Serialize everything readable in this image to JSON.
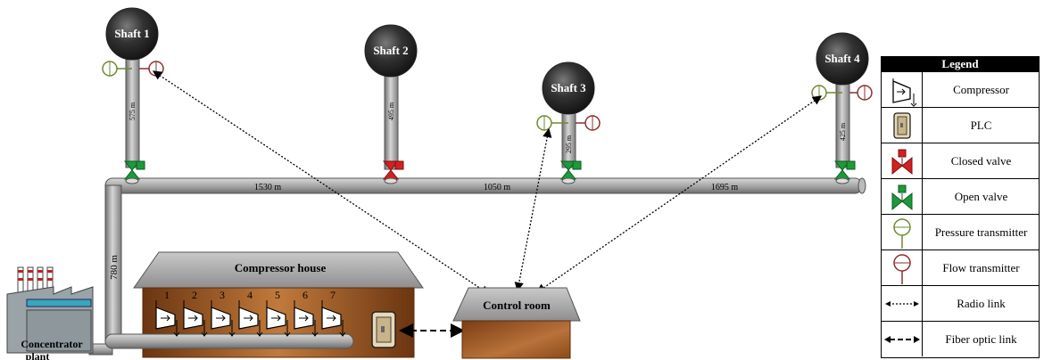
{
  "shafts": [
    {
      "label": "Shaft 1",
      "depth": "575 m"
    },
    {
      "label": "Shaft 2",
      "depth": "495 m"
    },
    {
      "label": "Shaft 3",
      "depth": "295 m"
    },
    {
      "label": "Shaft 4",
      "depth": "425 m"
    }
  ],
  "main_pipe_segments": [
    "1530 m",
    "1050 m",
    "1695 m"
  ],
  "vertical_pipe_length": "780 m",
  "compressor_house": {
    "title": "Compressor house",
    "compressor_numbers": [
      "1",
      "2",
      "3",
      "4",
      "5",
      "6",
      "7"
    ]
  },
  "control_room": {
    "title": "Control room"
  },
  "concentrator": {
    "line1": "Concentrator",
    "line2": "plant"
  },
  "legend": {
    "title": "Legend",
    "items": [
      {
        "icon": "compressor-icon",
        "label": "Compressor"
      },
      {
        "icon": "plc-icon",
        "label": "PLC"
      },
      {
        "icon": "closed-valve-icon",
        "label": "Closed valve"
      },
      {
        "icon": "open-valve-icon",
        "label": "Open valve"
      },
      {
        "icon": "pressure-transmitter-icon",
        "label": "Pressure transmitter"
      },
      {
        "icon": "flow-transmitter-icon",
        "label": "Flow transmitter"
      },
      {
        "icon": "radio-link-icon",
        "label": "Radio link"
      },
      {
        "icon": "fiber-optic-link-icon",
        "label": "Fiber optic link"
      }
    ]
  },
  "colors": {
    "pipe": "#a7a7a7",
    "sphere": "#2b2b2b",
    "valve_open": "#1c9a3c",
    "valve_closed": "#d42020",
    "pressure_transmitter": "#6e8a2f",
    "flow_transmitter": "#8a3030",
    "building_brown": "#8b4a18",
    "roof_gray": "#a9a9a9"
  }
}
